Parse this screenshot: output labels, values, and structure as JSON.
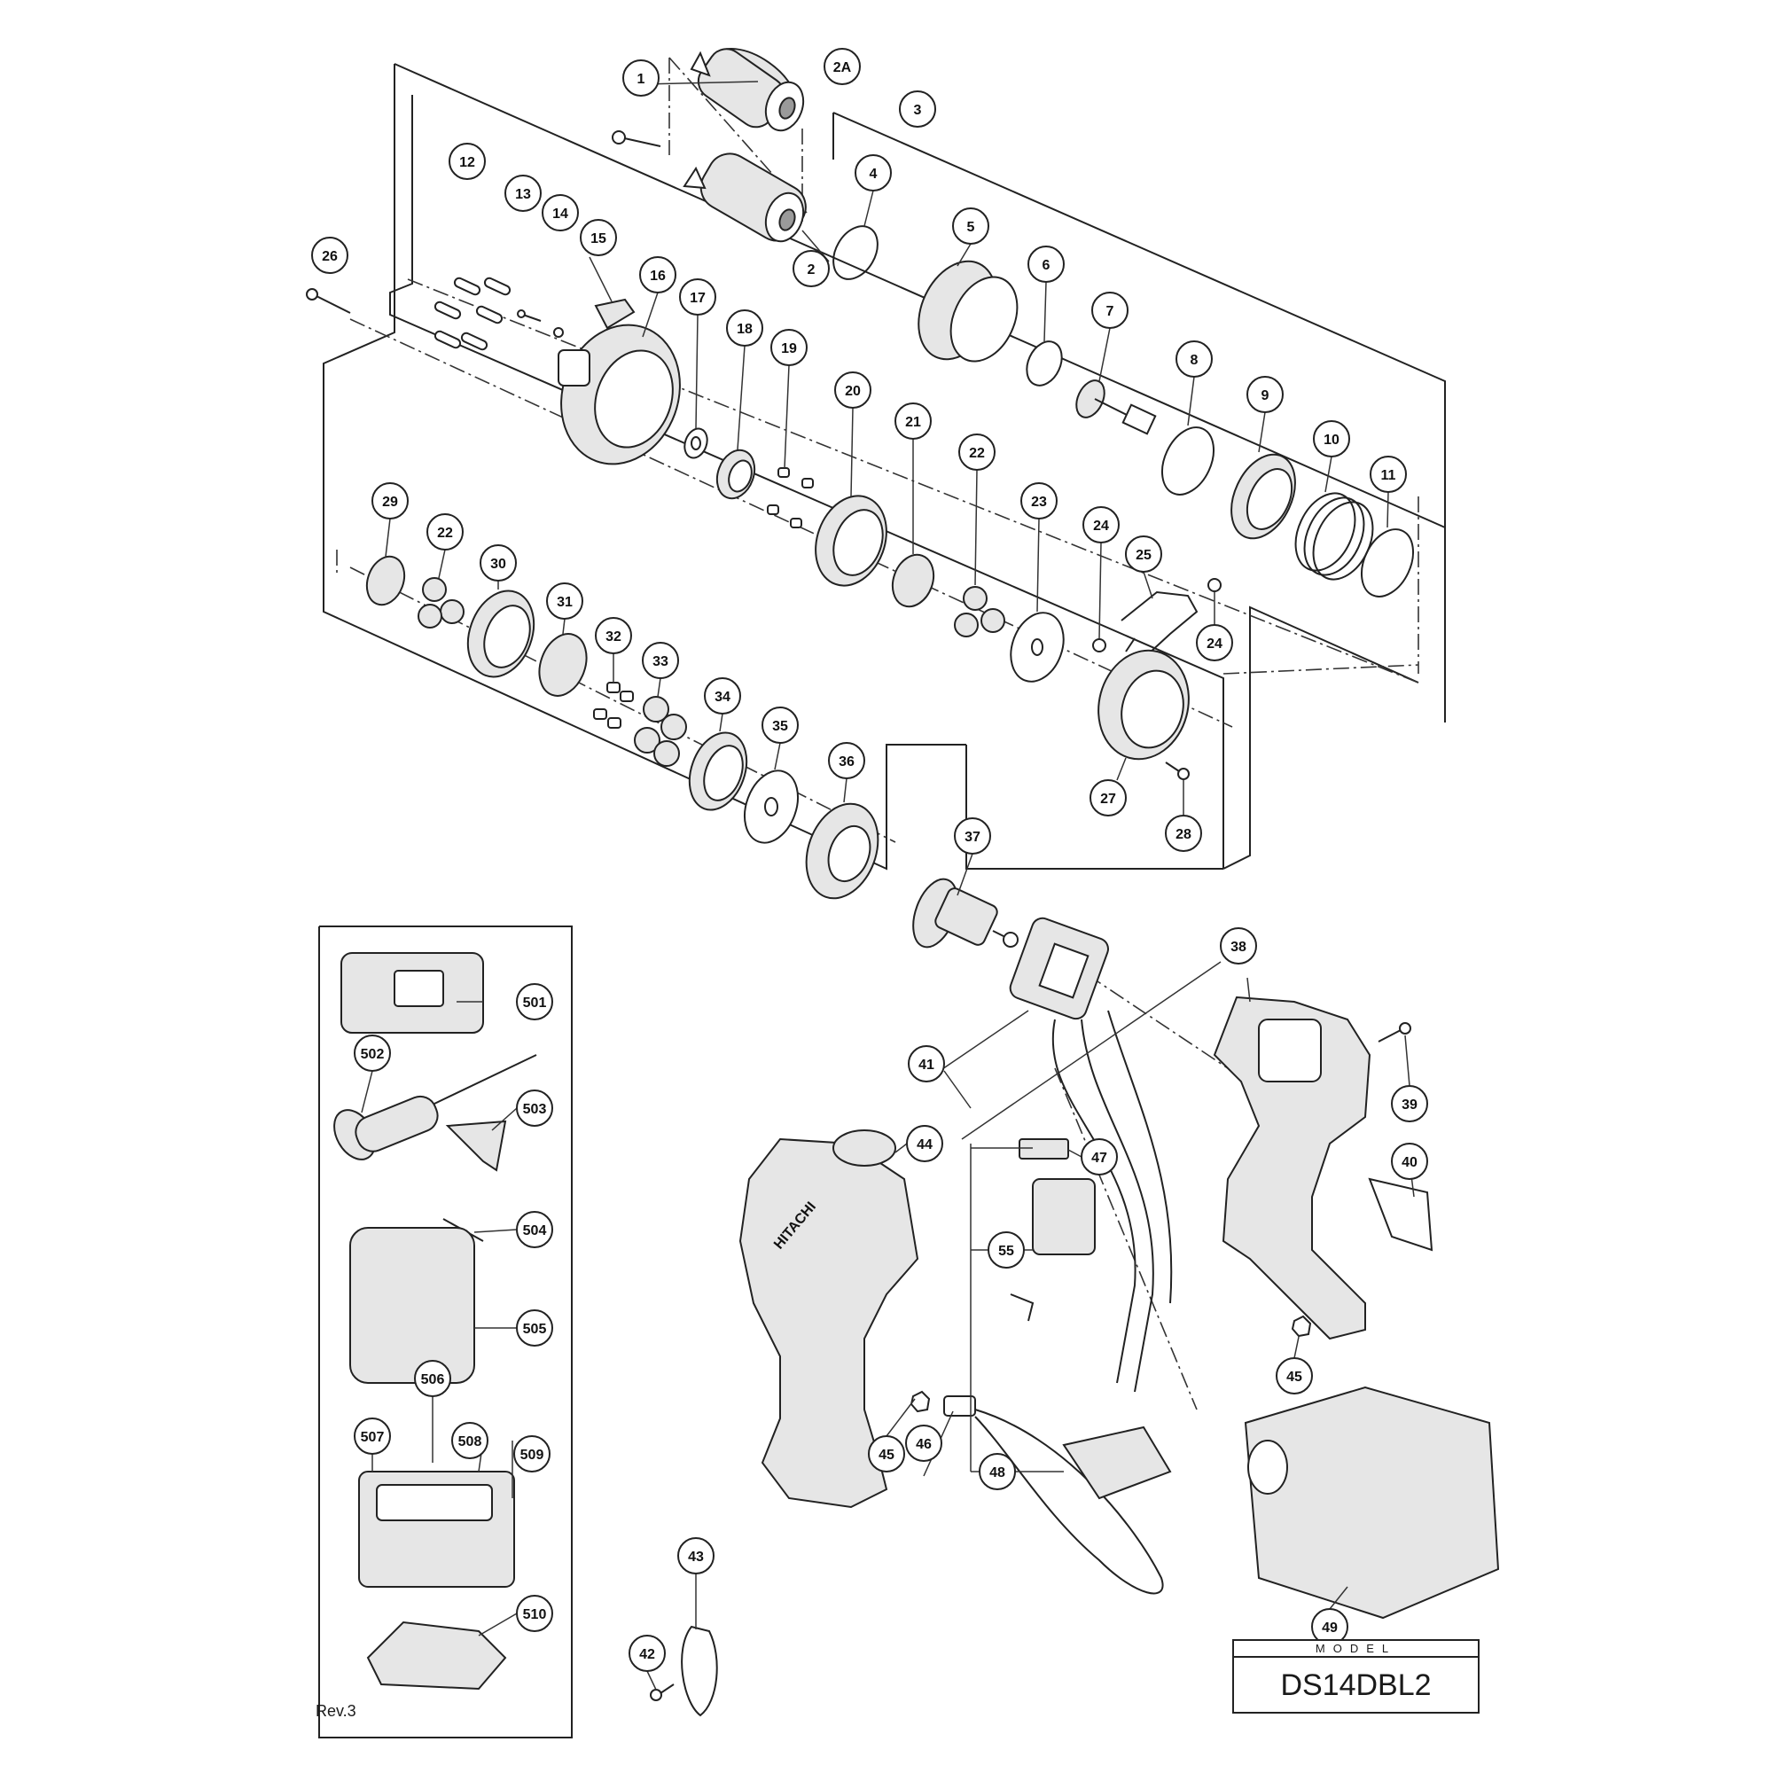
{
  "model_label": "MODEL",
  "model_name": "DS14DBL2",
  "revision": "Rev.3",
  "brand_text": "HITACHI",
  "callouts": [
    {
      "id": "1",
      "label": "1"
    },
    {
      "id": "2A",
      "label": "2A"
    },
    {
      "id": "2",
      "label": "2"
    },
    {
      "id": "3",
      "label": "3"
    },
    {
      "id": "4",
      "label": "4"
    },
    {
      "id": "5",
      "label": "5"
    },
    {
      "id": "6",
      "label": "6"
    },
    {
      "id": "7",
      "label": "7"
    },
    {
      "id": "8",
      "label": "8"
    },
    {
      "id": "9",
      "label": "9"
    },
    {
      "id": "10",
      "label": "10"
    },
    {
      "id": "11",
      "label": "11"
    },
    {
      "id": "12",
      "label": "12"
    },
    {
      "id": "13",
      "label": "13"
    },
    {
      "id": "14",
      "label": "14"
    },
    {
      "id": "15",
      "label": "15"
    },
    {
      "id": "16",
      "label": "16"
    },
    {
      "id": "17",
      "label": "17"
    },
    {
      "id": "18",
      "label": "18"
    },
    {
      "id": "19",
      "label": "19"
    },
    {
      "id": "20",
      "label": "20"
    },
    {
      "id": "21",
      "label": "21"
    },
    {
      "id": "22a",
      "label": "22"
    },
    {
      "id": "23",
      "label": "23"
    },
    {
      "id": "24a",
      "label": "24"
    },
    {
      "id": "24b",
      "label": "24"
    },
    {
      "id": "25",
      "label": "25"
    },
    {
      "id": "26",
      "label": "26"
    },
    {
      "id": "27",
      "label": "27"
    },
    {
      "id": "28",
      "label": "28"
    },
    {
      "id": "29",
      "label": "29"
    },
    {
      "id": "22b",
      "label": "22"
    },
    {
      "id": "30",
      "label": "30"
    },
    {
      "id": "31",
      "label": "31"
    },
    {
      "id": "32",
      "label": "32"
    },
    {
      "id": "33",
      "label": "33"
    },
    {
      "id": "34",
      "label": "34"
    },
    {
      "id": "35",
      "label": "35"
    },
    {
      "id": "36",
      "label": "36"
    },
    {
      "id": "37",
      "label": "37"
    },
    {
      "id": "38",
      "label": "38"
    },
    {
      "id": "39",
      "label": "39"
    },
    {
      "id": "40",
      "label": "40"
    },
    {
      "id": "41",
      "label": "41"
    },
    {
      "id": "42",
      "label": "42"
    },
    {
      "id": "43",
      "label": "43"
    },
    {
      "id": "44",
      "label": "44"
    },
    {
      "id": "45a",
      "label": "45"
    },
    {
      "id": "45b",
      "label": "45"
    },
    {
      "id": "46",
      "label": "46"
    },
    {
      "id": "47",
      "label": "47"
    },
    {
      "id": "48",
      "label": "48"
    },
    {
      "id": "49",
      "label": "49"
    },
    {
      "id": "55",
      "label": "55"
    },
    {
      "id": "501",
      "label": "501"
    },
    {
      "id": "502",
      "label": "502"
    },
    {
      "id": "503",
      "label": "503"
    },
    {
      "id": "504",
      "label": "504"
    },
    {
      "id": "505",
      "label": "505"
    },
    {
      "id": "506",
      "label": "506"
    },
    {
      "id": "507",
      "label": "507"
    },
    {
      "id": "508",
      "label": "508"
    },
    {
      "id": "509",
      "label": "509"
    },
    {
      "id": "510",
      "label": "510"
    }
  ]
}
